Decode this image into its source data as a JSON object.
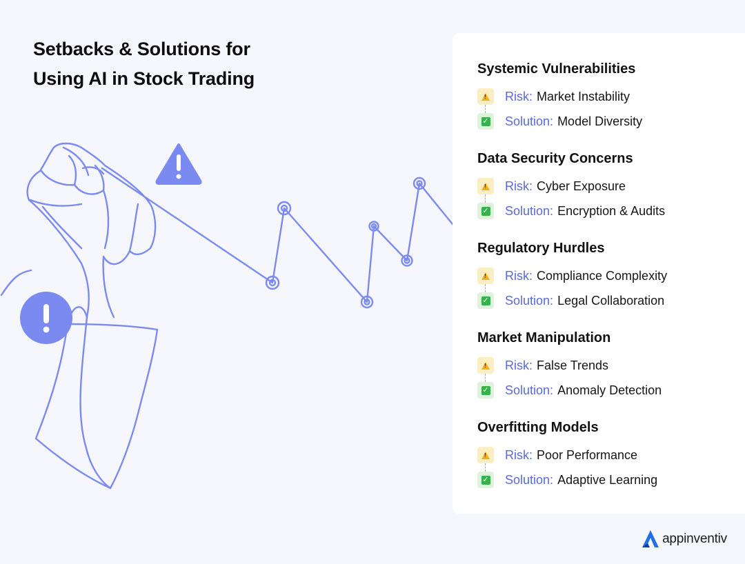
{
  "title": {
    "line1": "Setbacks & Solutions for",
    "line2": "Using AI in Stock Trading"
  },
  "icons": {
    "warning": "warning-triangle-icon",
    "alert": "exclamation-circle-icon",
    "risk": "warning-icon",
    "solution": "check-icon",
    "logo": "appinventiv-logo-icon"
  },
  "colors": {
    "accent": "#7b8af0",
    "label": "#5a6ad4",
    "background": "#f5f7fc",
    "card": "#ffffff"
  },
  "sections": [
    {
      "title": "Systemic Vulnerabilities",
      "risk_label": "Risk:",
      "risk": "Market Instability",
      "solution_label": "Solution:",
      "solution": "Model Diversity"
    },
    {
      "title": "Data Security Concerns",
      "risk_label": "Risk:",
      "risk": "Cyber Exposure",
      "solution_label": "Solution:",
      "solution": "Encryption & Audits"
    },
    {
      "title": "Regulatory Hurdles",
      "risk_label": "Risk:",
      "risk": "Compliance Complexity",
      "solution_label": "Solution:",
      "solution": "Legal Collaboration"
    },
    {
      "title": "Market Manipulation",
      "risk_label": "Risk:",
      "risk": "False Trends",
      "solution_label": "Solution:",
      "solution": "Anomaly Detection"
    },
    {
      "title": "Overfitting Models",
      "risk_label": "Risk:",
      "risk": "Poor Performance",
      "solution_label": "Solution:",
      "solution": "Adaptive Learning"
    }
  ],
  "brand": {
    "name": "appinventiv"
  }
}
